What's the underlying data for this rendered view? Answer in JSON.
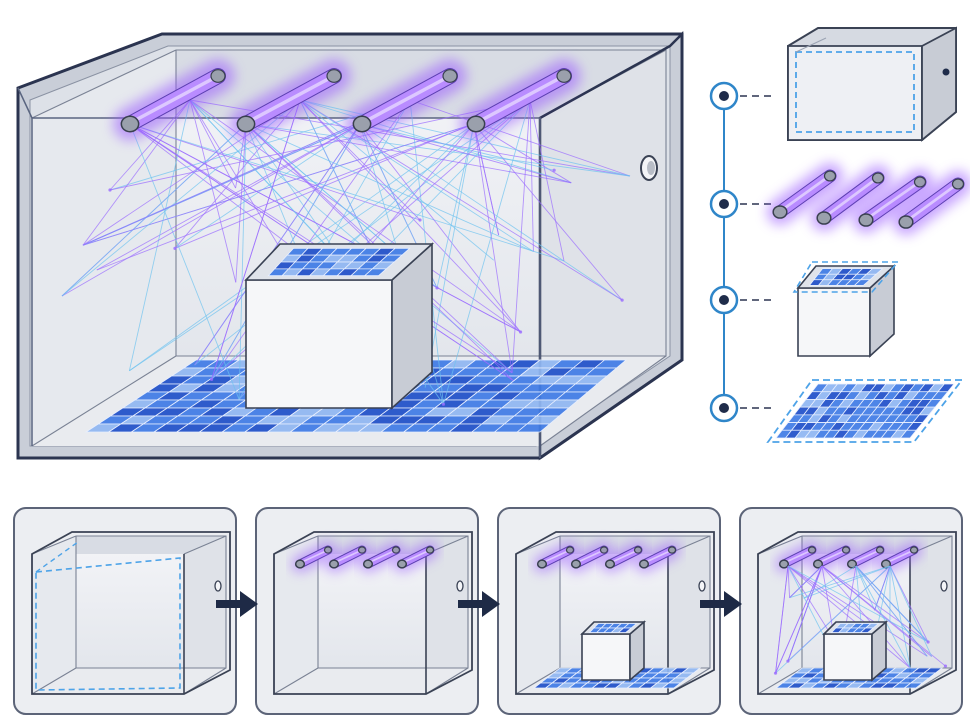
{
  "colors": {
    "frame_dark": "#2b3450",
    "frame_mid": "#5a6580",
    "wall_light": "#eef0f4",
    "wall_mid": "#d9dde5",
    "wall_shade": "#c4c9d3",
    "lamp_glow": "#9b5cff",
    "lamp_body": "#b98cff",
    "ray_violet": "#9a6bff",
    "ray_cyan": "#6ec3f0",
    "tile_dark": "#1f4fc9",
    "tile_mid": "#3f7be6",
    "tile_light": "#8fb6f2",
    "dashed_outline": "#4da3e8",
    "node_ring": "#2f86c9",
    "arrow": "#1e2a46",
    "panel_bg": "#eceef2",
    "panel_border": "#5c6478"
  },
  "icons": {
    "node": "target-node-icon",
    "arrow": "right-arrow-icon",
    "lamp": "uv-lamp-icon",
    "port": "port-icon"
  },
  "legend": {
    "items": [
      "enclosure",
      "uv-lamps",
      "target-object",
      "floor-tiles"
    ]
  },
  "sequence": {
    "steps": [
      "enclosure",
      "lamps-added",
      "object-placed",
      "irradiation"
    ]
  }
}
